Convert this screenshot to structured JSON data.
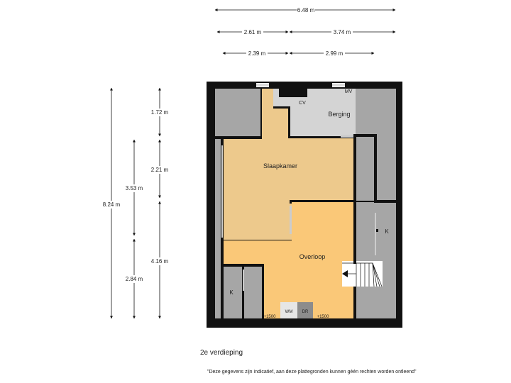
{
  "dimensions": {
    "top_total": "6.48 m",
    "top_left": "2.61 m",
    "top_right": "3.74 m",
    "inner_left": "2.39 m",
    "inner_right": "2.99 m",
    "left_total": "8.24 m",
    "left_upper": "3.53 m",
    "left_lower": "2.84 m",
    "mid_top": "1.72 m",
    "mid_middle": "2.21 m",
    "mid_bottom": "4.16 m"
  },
  "rooms": {
    "cv": "CV",
    "mv": "MV",
    "berging": "Berging",
    "slaapkamer": "Slaapkamer",
    "overloop": "Overloop",
    "k_right": "K",
    "k_left": "K",
    "wm": "WM",
    "dr": "DR",
    "height_left": "+1500",
    "height_right": "+1500"
  },
  "colors": {
    "wall": "#111111",
    "slaapkamer": "#edc98c",
    "overloop": "#fac878",
    "grey": "#a6a6a6",
    "berging": "#d4d4d4"
  },
  "floor_label": "2e verdieping",
  "disclaimer": "\"Deze gegevens zijn indicatief, aan deze plattegronden kunnen géén rechten worden ontleend\""
}
